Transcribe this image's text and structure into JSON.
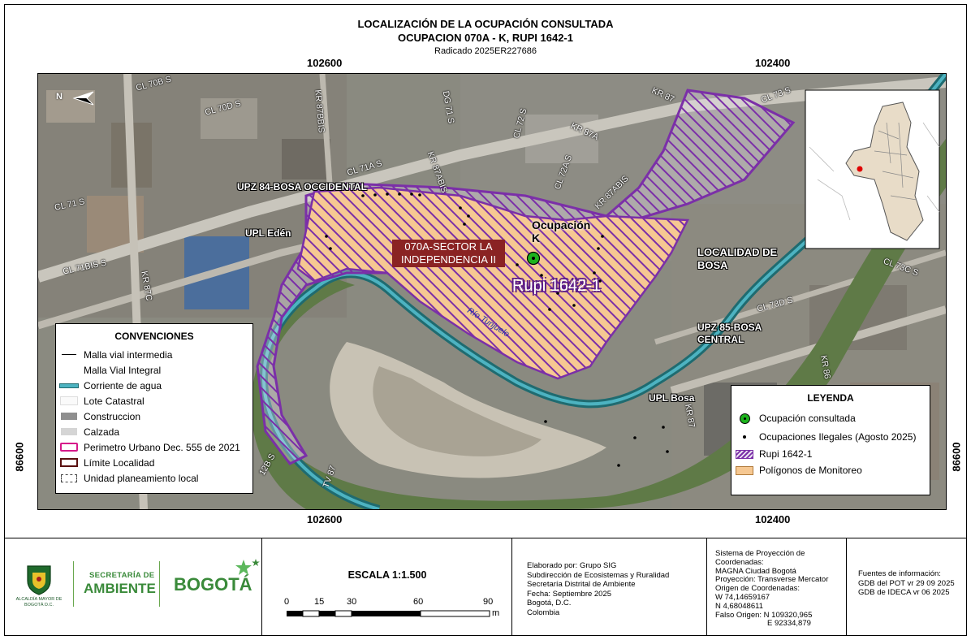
{
  "header": {
    "title": "LOCALIZACIÓN DE LA OCUPACIÓN CONSULTADA",
    "subtitle": "OCUPACION 070A - K, RUPI 1642-1",
    "radicado": "Radicado 2025ER227686"
  },
  "grid": {
    "top_left": "102600",
    "top_right": "102400",
    "bottom_left": "102600",
    "bottom_right": "102400",
    "left": "86600",
    "right": "86600"
  },
  "map": {
    "streets": [
      "CL 70B S",
      "CL 70D S",
      "KR 87BBIS",
      "DG 71 S",
      "CL 72 S",
      "KR 87A",
      "KR 87",
      "CL 73 S",
      "CL 71A S",
      "KR 87ABIS",
      "KR 87ABIS",
      "CL 72A S",
      "CL 71 S",
      "CL 71BIS S",
      "KR 87C",
      "CL 73C S",
      "CL 73D S",
      "12B S",
      "TV 87",
      "KR 87",
      "KR 86",
      "Río Tunjuelo"
    ],
    "labels": {
      "upz84": "UPZ 84-BOSA OCCIDENTAL",
      "upl_eden": "UPL Edén",
      "sector": "070A-SECTOR LA INDEPENDENCIA II",
      "ocupacion": "Ocupación K",
      "rupi": "Rupi 1642-1",
      "localidad": "LOCALIDAD DE BOSA",
      "upz85": "UPZ 85-BOSA CENTRAL",
      "upl_bosa": "UPL Bosa"
    },
    "north": "N",
    "colors": {
      "rupi": "#7b2fa8",
      "monitoreo": "#f5c68c",
      "water": "#2aa8b8",
      "point": "#1db31d"
    }
  },
  "convenciones": {
    "title": "CONVENCIONES",
    "items": [
      "Malla vial intermedia",
      "Malla Vial Integral",
      "Corriente de agua",
      "Lote Catastral",
      "Construccion",
      "Calzada",
      "Perimetro Urbano Dec. 555 de 2021",
      "Límite Localidad",
      "Unidad planeamiento local"
    ]
  },
  "leyenda": {
    "title": "LEYENDA",
    "items": [
      "Ocupación consultada",
      "Ocupaciones Ilegales (Agosto 2025)",
      "Rupi 1642-1",
      "Polígonos de Monitoreo"
    ]
  },
  "footer": {
    "logo": {
      "line1": "SECRETARÍA DE",
      "line2": "AMBIENTE",
      "bogota": "BOGOTÁ",
      "alcaldia": "ALCALDÍA MAYOR DE BOGOTÁ D.C."
    },
    "scale": {
      "title": "ESCALA   1:1.500",
      "ticks": [
        "0",
        "15",
        "30",
        "60",
        "90"
      ],
      "unit": "m"
    },
    "credits": [
      "Elaborado por:  Grupo SIG",
      "Subdirección de Ecosistemas y Ruralidad",
      "Secretaría Distrital de Ambiente",
      "Fecha: Septiembre 2025",
      "Bogotá, D.C.",
      "Colombia"
    ],
    "projection": [
      "Sistema de Proyección de",
      "Coordenadas:",
      "MAGNA Ciudad Bogotá",
      "Proyección: Transverse Mercator",
      "Origen de Coordenadas:",
      "W 74,14659167",
      "N  4,68048611",
      "Falso Origen: N 109320,965",
      "E  92334,879"
    ],
    "sources": [
      "Fuentes de información:",
      "GDB del POT vr 29 09 2025",
      "GDB de IDECA vr 06 2025"
    ]
  }
}
